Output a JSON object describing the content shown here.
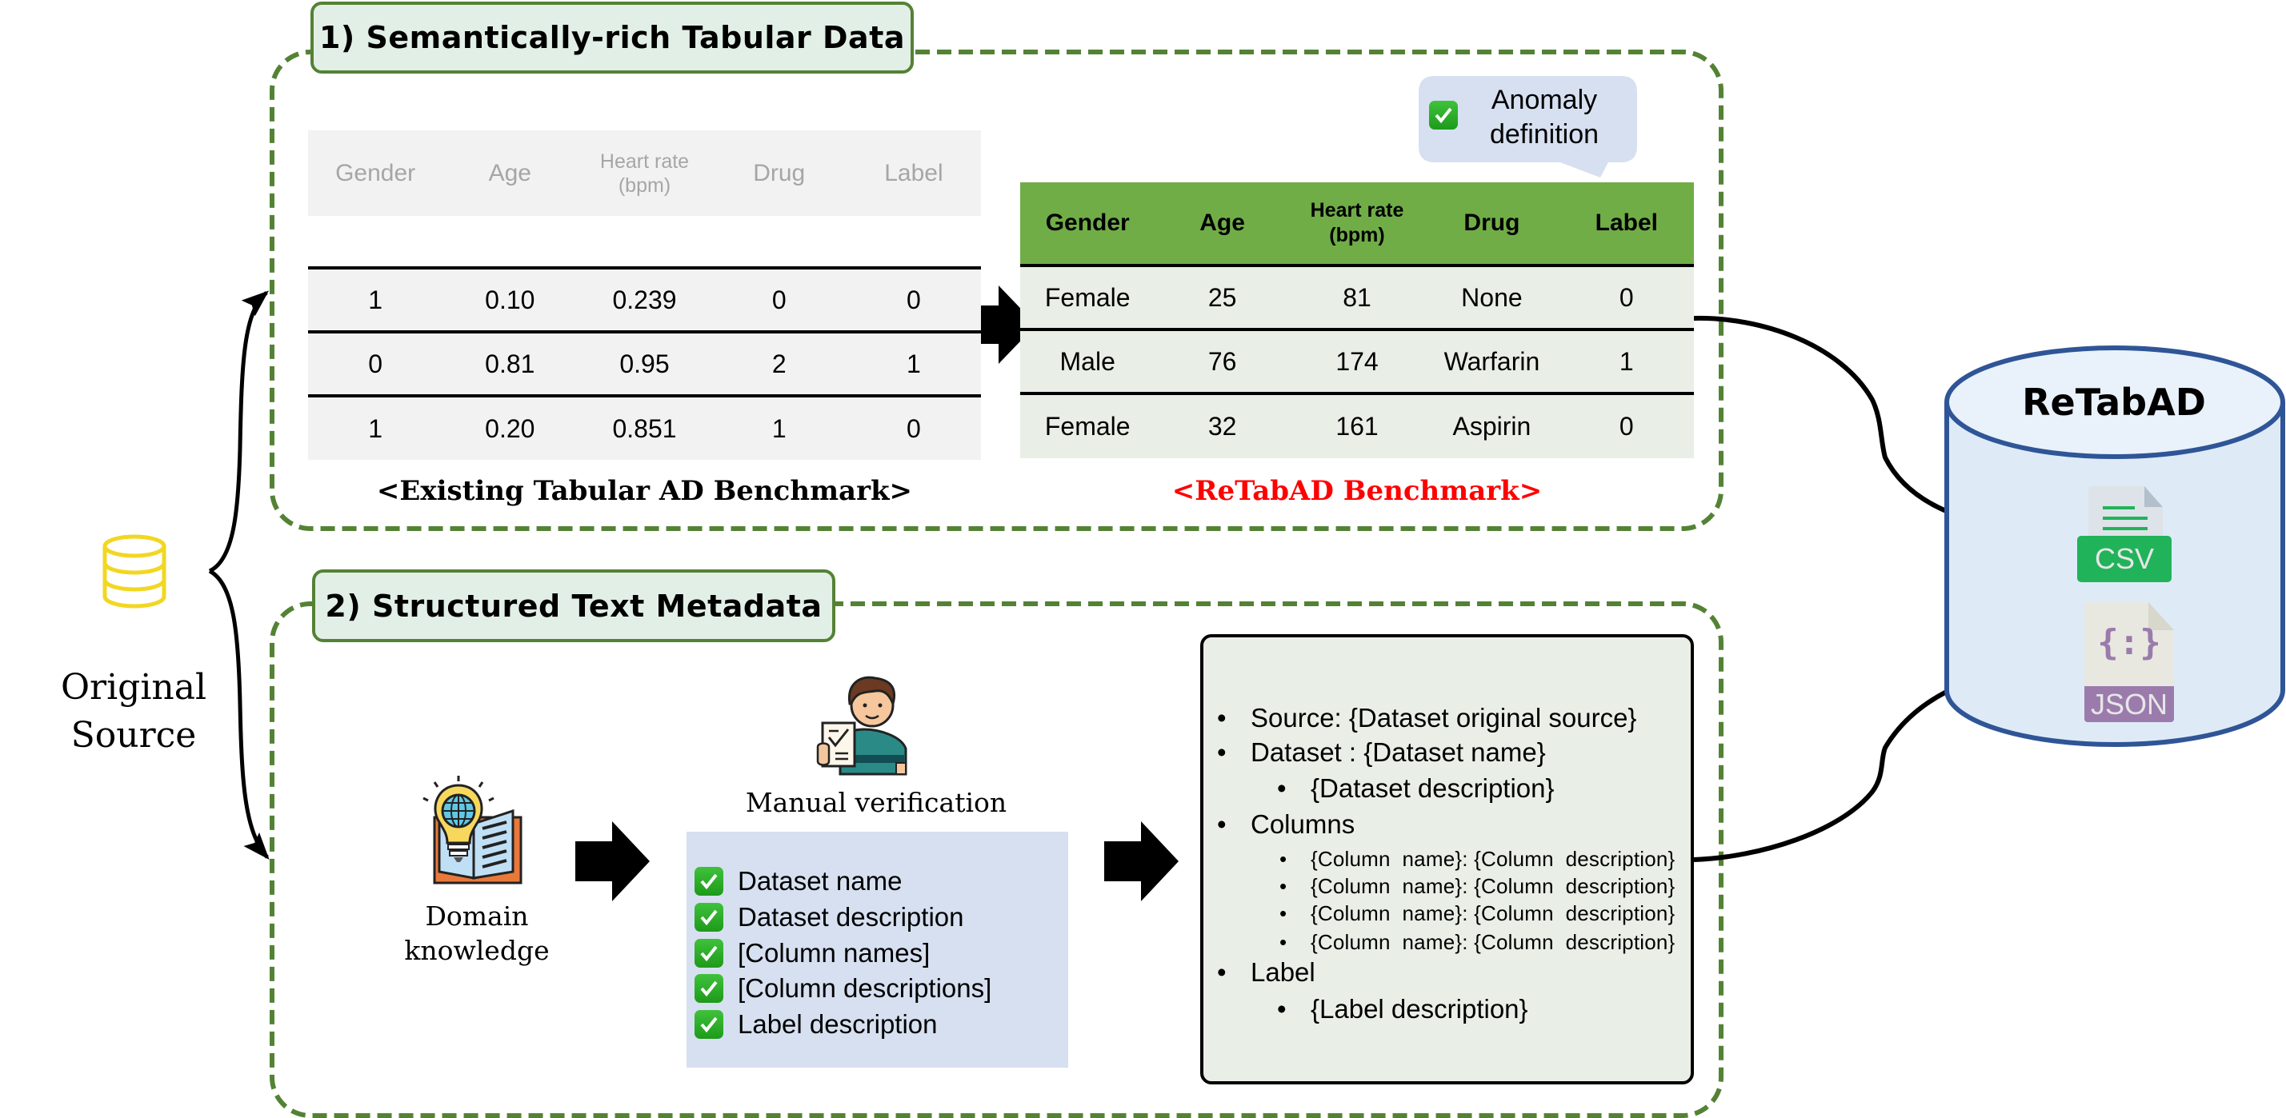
{
  "diagram": {
    "section1": {
      "title": "1) Semantically-rich Tabular Data",
      "existing_table": {
        "headers": [
          "Gender",
          "Age",
          "Heart rate\n(bpm)",
          "Drug",
          "Label"
        ],
        "header_lines": [
          [
            "Gender"
          ],
          [
            "Age"
          ],
          [
            "Heart rate",
            "(bpm)"
          ],
          [
            "Drug"
          ],
          [
            "Label"
          ]
        ],
        "rows": [
          [
            "1",
            "0.10",
            "0.239",
            "0",
            "0"
          ],
          [
            "0",
            "0.81",
            "0.95",
            "2",
            "1"
          ],
          [
            "1",
            "0.20",
            "0.851",
            "1",
            "0"
          ]
        ],
        "caption": "<Existing Tabular AD Benchmark>"
      },
      "retabad_table": {
        "header_lines": [
          [
            "Gender"
          ],
          [
            "Age"
          ],
          [
            "Heart rate",
            "(bpm)"
          ],
          [
            "Drug"
          ],
          [
            "Label"
          ]
        ],
        "rows": [
          [
            "Female",
            "25",
            "81",
            "None",
            "0"
          ],
          [
            "Male",
            "76",
            "174",
            "Warfarin",
            "1"
          ],
          [
            "Female",
            "32",
            "161",
            "Aspirin",
            "0"
          ]
        ],
        "caption": "<ReTabAD Benchmark>",
        "caption_color": "#ff0000"
      },
      "anomaly_bubble": {
        "line1": "Anomaly",
        "line2": "definition",
        "icon": "check-mark-button-icon"
      }
    },
    "source": {
      "line1": "Original",
      "line2": "Source",
      "icon": "database-icon"
    },
    "section2": {
      "title": "2) Structured Text Metadata",
      "domain_knowledge": {
        "line1": "Domain",
        "line2": "knowledge",
        "icon": "lightbulb-book-icon"
      },
      "manual_verification": {
        "label": "Manual verification",
        "icon": "person-checklist-icon"
      },
      "checklist": [
        "Dataset name",
        "Dataset description",
        "[Column names]",
        "[Column descriptions]",
        "Label description"
      ],
      "metadata": {
        "source": "Source: {Dataset original source}",
        "dataset": "Dataset : {Dataset name}",
        "dataset_desc": "{Dataset description}",
        "columns": "Columns",
        "column_items": [
          "{Column  name}: {Column  description}",
          "{Column  name}: {Column  description}",
          "{Column  name}: {Column  description}",
          "{Column  name}: {Column  description}"
        ],
        "label": "Label",
        "label_desc": "{Label description}"
      }
    },
    "database": {
      "title": "ReTabAD",
      "files": [
        {
          "type": "CSV",
          "color": "#21b35a"
        },
        {
          "type": "JSON",
          "color": "#9b7bac",
          "glyph": "{:}"
        }
      ]
    },
    "colors": {
      "section_border": "#548235",
      "tab_fill": "#e2efe6",
      "green_header": "#70ad47",
      "green_rows": "#e9efe6",
      "grey_rows": "#f2f2f2",
      "source_bg": "#0b63a5",
      "db_border": "#2f5597"
    }
  }
}
